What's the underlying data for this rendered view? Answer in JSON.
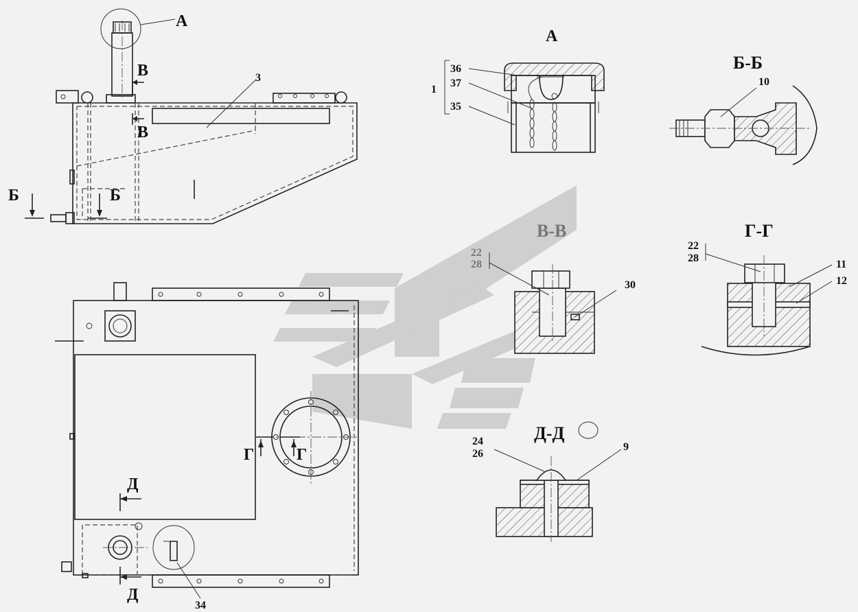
{
  "labels": {
    "view_a": "А",
    "view_a_title": "А",
    "sec_b_left": "Б",
    "sec_b_right": "Б",
    "sec_v_top": "В",
    "sec_v_bottom": "В",
    "sec_g_left": "Г",
    "sec_g_right": "Г",
    "sec_d_top": "Д",
    "sec_d_bottom": "Д"
  },
  "section_titles": {
    "bb": "Б-Б",
    "vv": "В-В",
    "gg": "Г-Г",
    "dd": "Д-Д"
  },
  "callouts": {
    "p1": "1",
    "p36": "36",
    "p37": "37",
    "p35": "35",
    "p3": "3",
    "p10": "10",
    "vv_22": "22",
    "vv_28": "28",
    "p30": "30",
    "gg_22": "22",
    "gg_28": "28",
    "p11": "11",
    "p12": "12",
    "p24": "24",
    "p26": "26",
    "p9": "9",
    "p34": "34"
  },
  "colors": {
    "line": "#222222",
    "background": "#f2f2f2",
    "watermark": "#cfcfcf"
  }
}
